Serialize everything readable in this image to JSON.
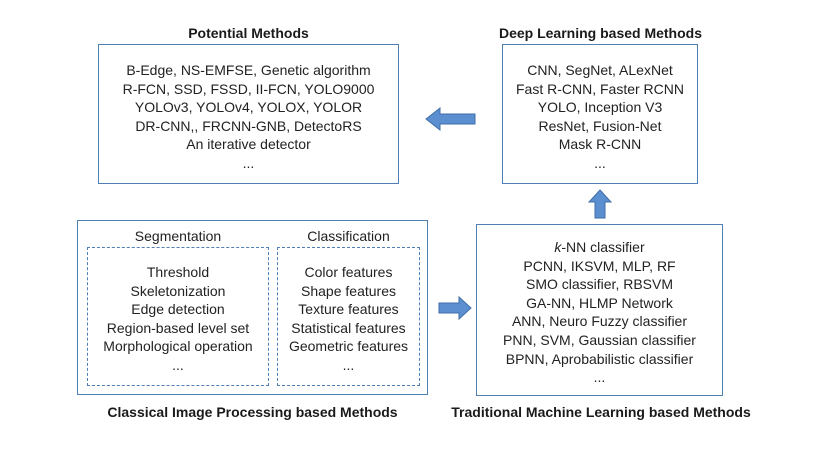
{
  "colors": {
    "border": "#4f7fb5",
    "arrow": "#5b8fd0",
    "arrow_stroke": "#3f6fa8"
  },
  "potential": {
    "title": "Potential Methods",
    "items": [
      "B-Edge, NS-EMFSE, Genetic algorithm",
      "R-FCN, SSD, FSSD, II-FCN, YOLO9000",
      "YOLOv3, YOLOv4, YOLOX, YOLOR",
      "DR-CNN,, FRCNN-GNB, DetectoRS",
      "An iterative detector",
      "..."
    ]
  },
  "deep": {
    "title": "Deep Learning based Methods",
    "items": [
      "CNN, SegNet, ALexNet",
      "Fast R-CNN, Faster RCNN",
      "YOLO, Inception V3",
      "ResNet, Fusion-Net",
      "Mask R-CNN",
      "..."
    ]
  },
  "classical": {
    "title": "Classical Image Processing based Methods",
    "segmentation": {
      "heading": "Segmentation",
      "items": [
        "Threshold",
        "Skeletonization",
        "Edge detection",
        "Region-based level set",
        "Morphological operation",
        "..."
      ]
    },
    "classification": {
      "heading": "Classification",
      "items": [
        "Color features",
        "Shape features",
        "Texture features",
        "Statistical features",
        "Geometric features",
        "..."
      ]
    }
  },
  "traditional": {
    "title": "Traditional Machine Learning based Methods",
    "first_item_italic": "k",
    "first_item_rest": "-NN classifier",
    "items": [
      "PCNN, IKSVM, MLP, RF",
      "SMO classifier, RBSVM",
      "GA-NN, HLMP Network",
      "ANN, Neuro Fuzzy classifier",
      "PNN, SVM, Gaussian classifier",
      "BPNN,  Aprobabilistic classifier",
      "..."
    ]
  }
}
